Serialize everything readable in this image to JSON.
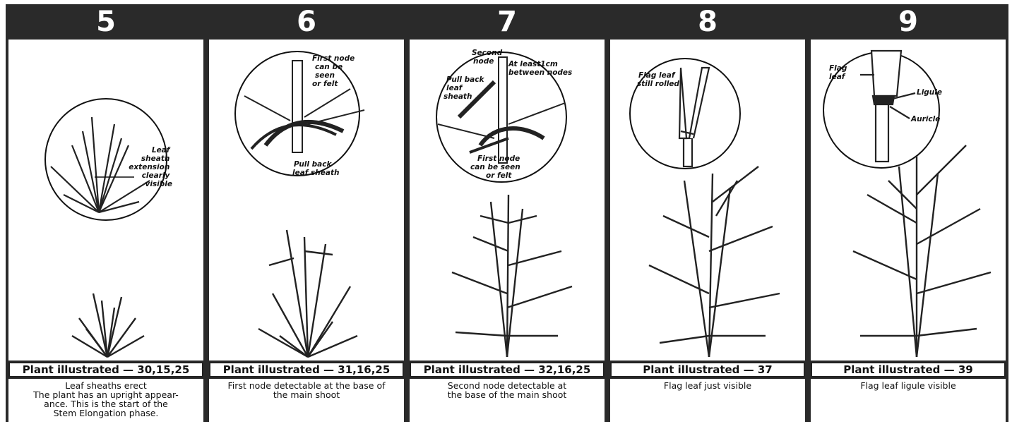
{
  "stages": [
    {
      "number": "5",
      "callouts": [
        "Leaf",
        "sheath",
        "extension",
        "clearly",
        "visible"
      ],
      "plant_label": "Plant illustrated — 30,15,25",
      "description": "Leaf sheaths erect\nThe plant has an upright appear-\nance. This is the start of the\nStem Elongation phase."
    },
    {
      "number": "6",
      "callouts": [
        "First node",
        "can be",
        "seen",
        "or felt",
        "Pull back",
        "leaf sheath"
      ],
      "plant_label": "Plant illustrated — 31,16,25",
      "description": "First node detectable at the base of\nthe main shoot"
    },
    {
      "number": "7",
      "callouts": [
        "Second",
        "node",
        "At least1cm",
        "between nodes",
        "Pull back",
        "leaf",
        "sheath",
        "First node",
        "can be seen",
        "or felt"
      ],
      "plant_label": "Plant illustrated — 32,16,25",
      "description": "Second node detectable at\nthe base of the main shoot"
    },
    {
      "number": "8",
      "callouts": [
        "Flag leaf",
        "still rolled"
      ],
      "plant_label": "Plant illustrated — 37",
      "description": "Flag leaf just visible"
    },
    {
      "number": "9",
      "callouts": [
        "Flag",
        "leaf",
        "Ligule",
        "Auricle"
      ],
      "plant_label": "Plant illustrated — 39",
      "description": "Flag leaf ligule visible"
    }
  ]
}
